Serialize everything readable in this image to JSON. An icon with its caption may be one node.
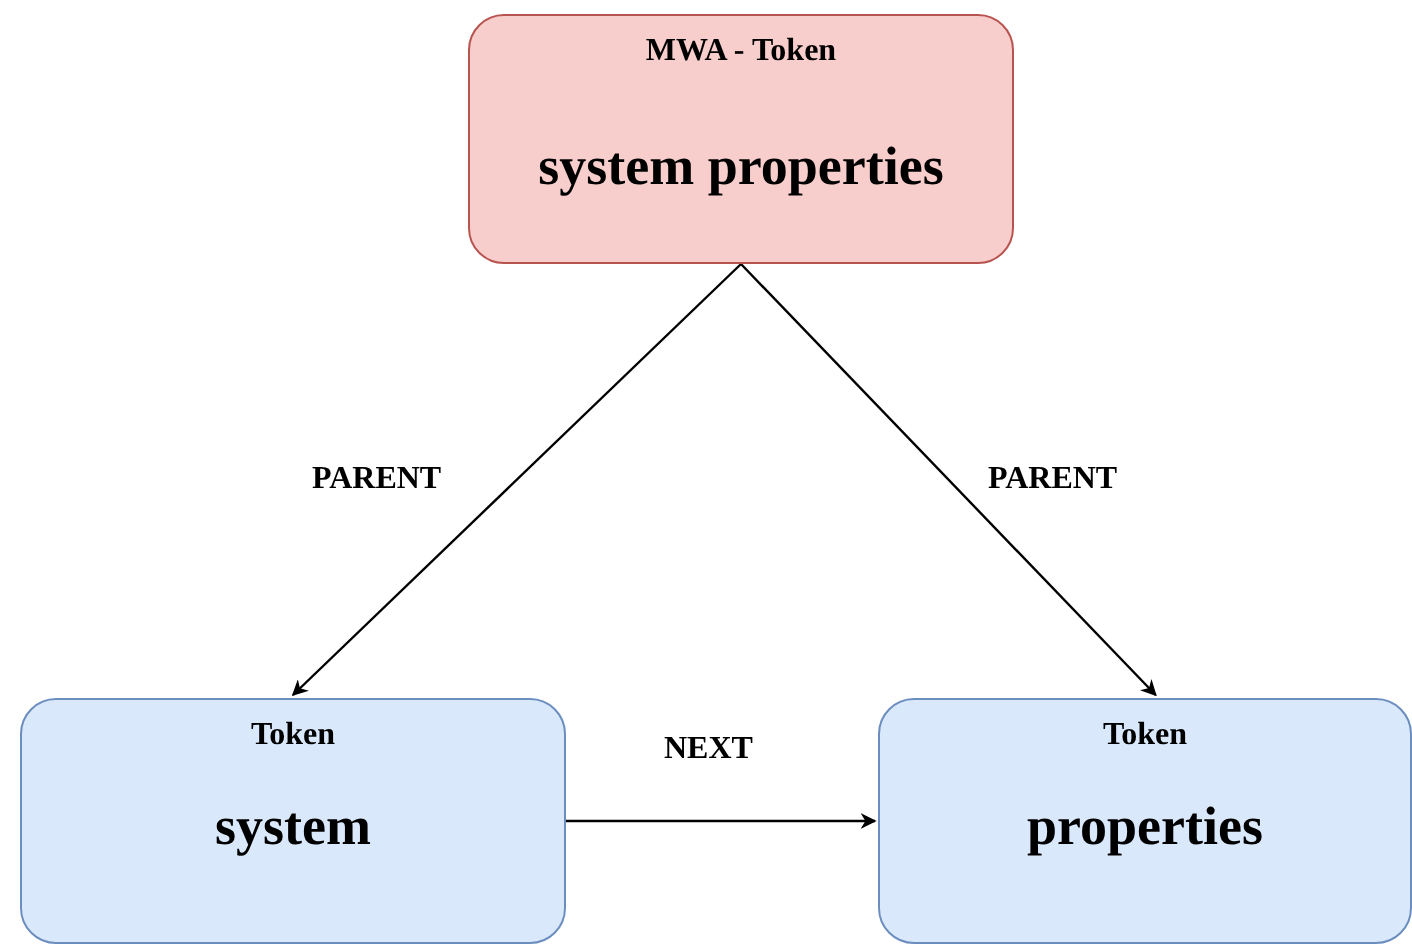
{
  "diagram": {
    "nodes": [
      {
        "text": [
          "MWA - Token",
          "system properties"
        ]
      },
      {
        "text": [
          "Token",
          "system"
        ]
      },
      {
        "text": [
          "Token",
          "properties"
        ]
      }
    ],
    "edges": [
      {
        "from": 0,
        "to": 1,
        "arrow": "to",
        "label": "PARENT"
      },
      {
        "from": 0,
        "to": 2,
        "arrow": "to",
        "label": "PARENT"
      },
      {
        "from": 1,
        "to": 2,
        "arrow": "to",
        "label": "NEXT"
      }
    ]
  }
}
